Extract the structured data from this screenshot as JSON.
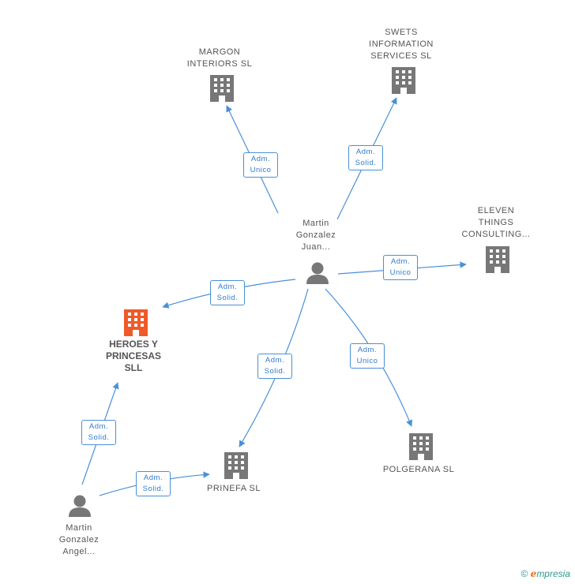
{
  "colors": {
    "edge": "#4a90d9",
    "building": "#777777",
    "building_highlight": "#f05a28",
    "person": "#777777"
  },
  "nodes": {
    "margon": "MARGON\nINTERIORS  SL",
    "swets": "SWETS\nINFORMATION\nSERVICES SL",
    "eleven": "ELEVEN\nTHINGS\nCONSULTING...",
    "martin_juan": "Martin\nGonzalez\nJuan...",
    "heroes": "HEROES Y\nPRINCESAS\nSLL",
    "prinefa": "PRINEFA  SL",
    "polgerana": "POLGERANA SL",
    "martin_angel": "Martin\nGonzalez\nAngel..."
  },
  "edges": {
    "to_margon": "Adm.\nUnico",
    "to_swets": "Adm.\nSolid.",
    "to_eleven": "Adm.\nUnico",
    "to_heroes": "Adm.\nSolid.",
    "to_prinefa": "Adm.\nSolid.",
    "to_polgerana": "Adm.\nUnico",
    "angel_to_heroes": "Adm.\nSolid.",
    "angel_to_prinefa": "Adm.\nSolid."
  },
  "footer": {
    "copyright": "©",
    "brand_initial": "e",
    "brand_rest": "mpresia"
  }
}
